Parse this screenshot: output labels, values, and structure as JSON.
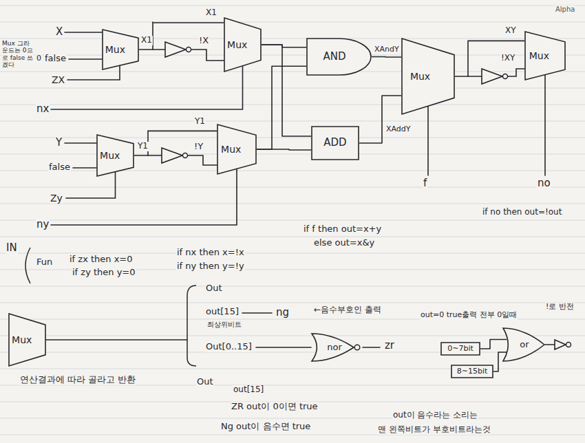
{
  "diagram": {
    "nodes": [
      {
        "text": [
          "Mux"
        ]
      },
      {
        "text": [
          "Mux"
        ]
      },
      {
        "text": [
          "Mux"
        ]
      },
      {
        "text": [
          "Mux"
        ]
      },
      {
        "text": [
          "AND"
        ]
      },
      {
        "text": [
          "ADD"
        ]
      },
      {
        "text": [
          "Mux"
        ]
      },
      {
        "text": [
          "Mux"
        ]
      },
      {
        "text": [
          "Mux"
        ]
      },
      {
        "text": [
          "nor"
        ]
      },
      {
        "text": [
          "0~7bit"
        ]
      },
      {
        "text": [
          "8~15bit"
        ]
      },
      {
        "text": [
          "or"
        ]
      }
    ],
    "edges": [
      {
        "from": 0,
        "to": 1,
        "arrow": "none"
      },
      {
        "from": 2,
        "to": 3,
        "arrow": "none"
      },
      {
        "from": 1,
        "to": 4,
        "arrow": "none"
      },
      {
        "from": 1,
        "to": 5,
        "arrow": "none"
      },
      {
        "from": 3,
        "to": 4,
        "arrow": "none"
      },
      {
        "from": 3,
        "to": 5,
        "arrow": "none"
      },
      {
        "from": 4,
        "to": 6,
        "arrow": "none"
      },
      {
        "from": 5,
        "to": 6,
        "arrow": "none"
      },
      {
        "from": 6,
        "to": 7,
        "arrow": "none"
      },
      {
        "from": 10,
        "to": 12,
        "arrow": "none"
      },
      {
        "from": 11,
        "to": 12,
        "arrow": "none"
      }
    ],
    "labels": [
      "Mux 그라운드는 0으로 false 쓰겠다",
      "X",
      "0",
      "false",
      "ZX",
      "X1",
      "X1",
      "!X",
      "nx",
      "Y",
      "false",
      "Y1",
      "Y1",
      "!Y",
      "Zy",
      "ny",
      "XAndY",
      "XAddY",
      "f",
      "XY",
      "!XY",
      "no",
      "if no then out=!out",
      "Alpha",
      "IN",
      "Fun",
      "if zx then x=0",
      "if zy then y=0",
      "if nx then x=!x",
      "if ny then y=!y",
      "if f then out=x+y",
      "else out=x&y",
      "Out",
      "out[15]",
      "ng",
      "←음수부호인 출력",
      "최상위비트",
      "Out[0..15]",
      "zr",
      "out=0 true출력 전부 0일때",
      "!로 반전",
      "연산결과에 따라 골라고 반환",
      "Out",
      "out[15]",
      "ZR out이 0이면 true",
      "Ng out이 음수면 true",
      "out이 음수라는 소리는",
      "맨 왼쪽비트가 부호비트라는것"
    ]
  }
}
